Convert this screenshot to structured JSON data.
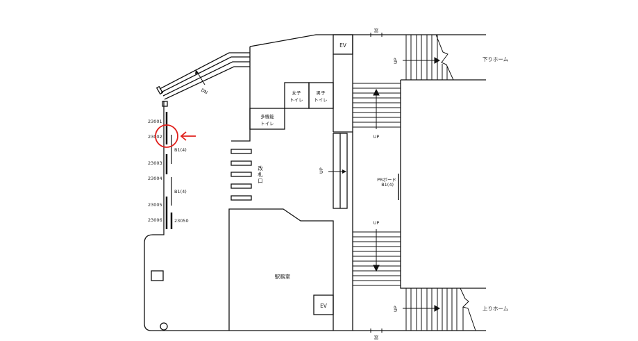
{
  "colors": {
    "lines": "#111111",
    "highlight": "#e0201c"
  },
  "labels": {
    "window_top": "窓",
    "window_bottom": "窓",
    "ev_top": "EV",
    "ev_bottom": "EV",
    "womens_toilet": [
      "女子",
      "トイレ"
    ],
    "mens_toilet": [
      "男子",
      "トイレ"
    ],
    "multi_toilet": [
      "多機能",
      "トイレ"
    ],
    "escalator_dn": "DN",
    "ticket_gate": [
      "改",
      "札",
      "口"
    ],
    "station_office": "駅務室",
    "down_platform": "下りホーム",
    "up_platform": "上りホーム",
    "up_stair_top": "UP",
    "up_stair_middle": "UP",
    "up_stair_lower": "UP",
    "up_platform_stair_top": "UP",
    "up_platform_stair_bottom": "UP",
    "pr_board": [
      "PRボード",
      "B1(4)"
    ]
  },
  "sign_ids": [
    "23001",
    "23002",
    "23003",
    "23004",
    "23005",
    "23006"
  ],
  "side_labels": {
    "b1_upper": "B1(4)",
    "b1_lower": "B1(4)",
    "id_23050": "23050"
  },
  "highlight": {
    "target": "23002",
    "marker": "red-circle-arrow"
  }
}
